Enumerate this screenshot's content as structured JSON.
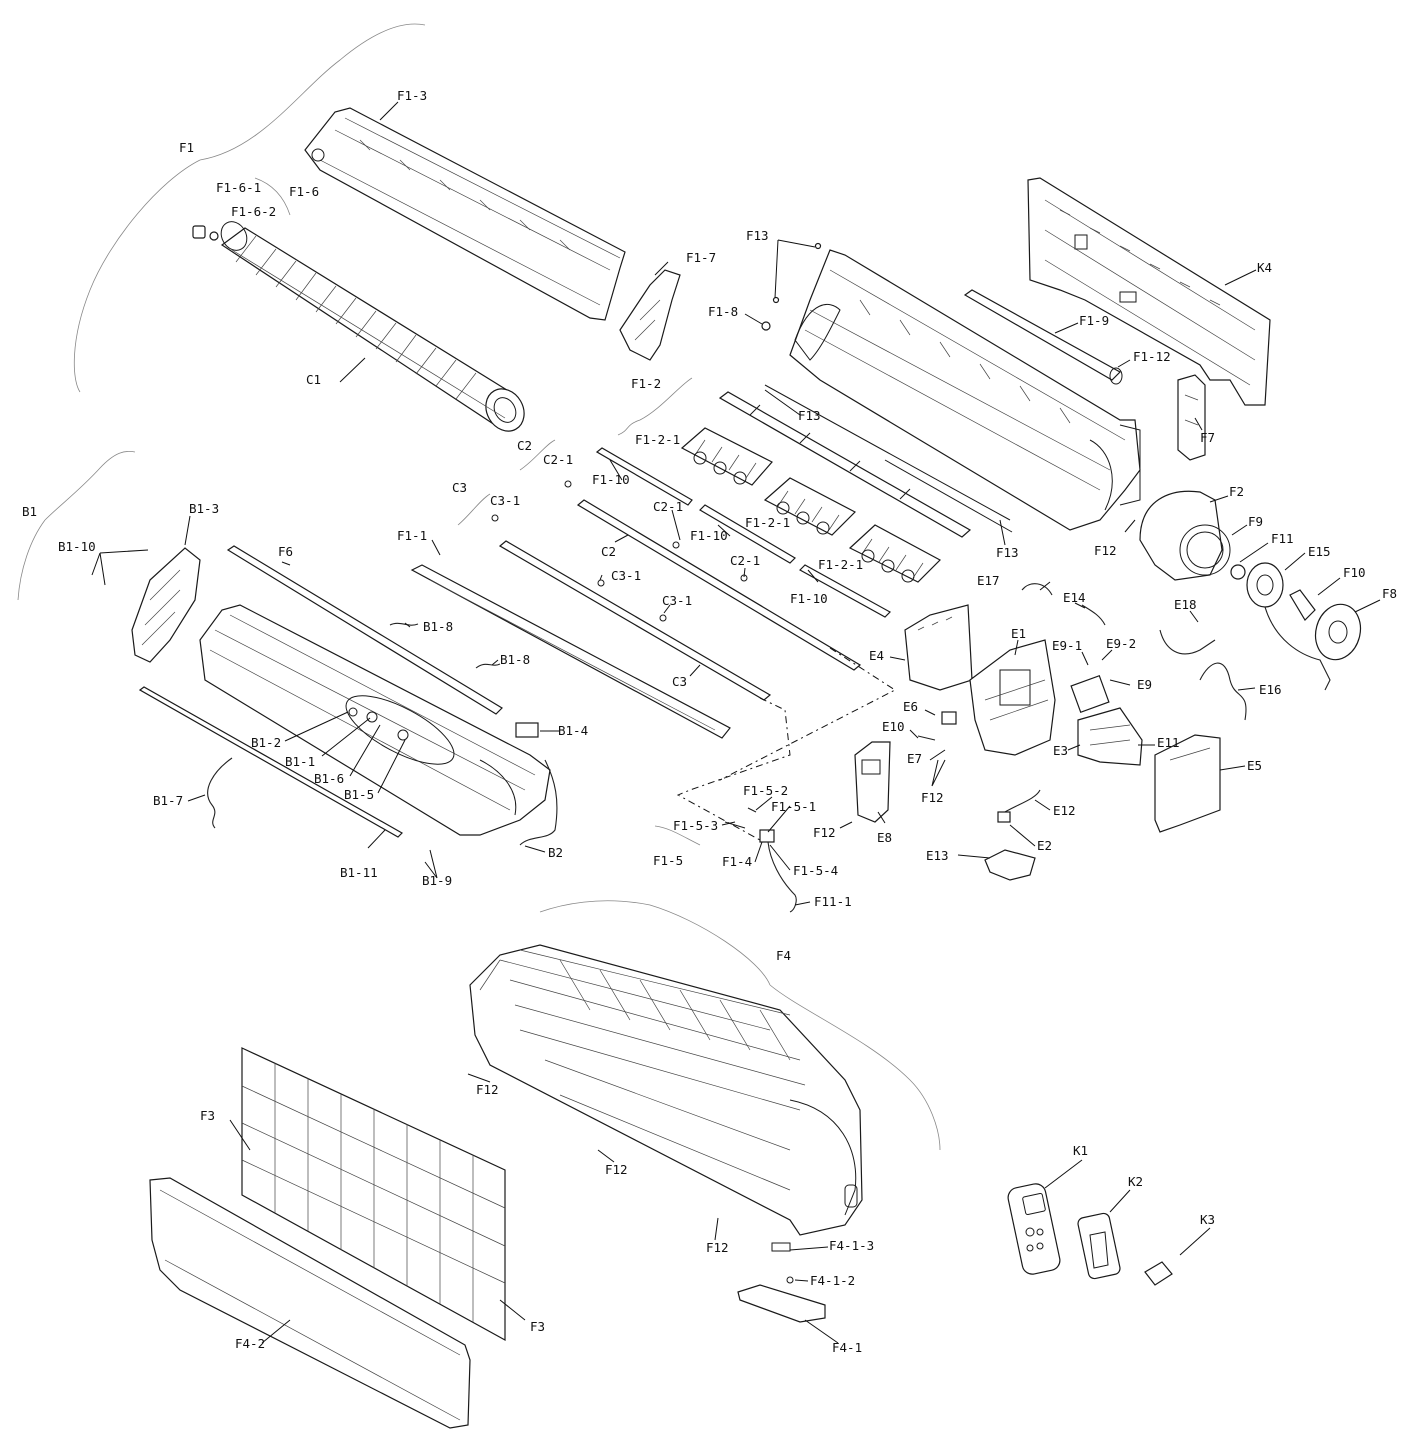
{
  "labels": {
    "F1": "F1",
    "F1_3": "F1-3",
    "F1_6_1": "F1-6-1",
    "F1_6": "F1-6",
    "F1_6_2": "F1-6-2",
    "C1": "C1",
    "F1_7": "F1-7",
    "F1_8": "F1-8",
    "F13_a": "F13",
    "F13_b": "F13",
    "F13_c": "F13",
    "K4": "K4",
    "F1_9": "F1-9",
    "F1_12": "F1-12",
    "F7": "F7",
    "F1_2": "F1-2",
    "F1_2_1_a": "F1-2-1",
    "F1_2_1_b": "F1-2-1",
    "F1_2_1_c": "F1-2-1",
    "C2": "C2",
    "C2_1_a": "C2-1",
    "C2_1_b": "C2-1",
    "C2_1_c": "C2-1",
    "C2_bar": "C2",
    "F1_10_a": "F1-10",
    "F1_10_b": "F1-10",
    "F1_10_c": "F1-10",
    "C3": "C3",
    "C3_1_a": "C3-1",
    "C3_1_b": "C3-1",
    "C3_1_c": "C3-1",
    "C3_bar": "C3",
    "F2": "F2",
    "F9": "F9",
    "F11": "F11",
    "E15": "E15",
    "F10": "F10",
    "F8": "F8",
    "F12_a": "F12",
    "F12_b": "F12",
    "F12_c": "F12",
    "F12_d": "F12",
    "F12_e": "F12",
    "F12_f": "F12",
    "B1": "B1",
    "B1_3": "B1-3",
    "B1_10": "B1-10",
    "F6": "F6",
    "F1_1": "F1-1",
    "B1_8_a": "B1-8",
    "B1_8_b": "B1-8",
    "B1_4": "B1-4",
    "B1_2": "B1-2",
    "B1_1": "B1-1",
    "B1_6": "B1-6",
    "B1_5": "B1-5",
    "B1_7": "B1-7",
    "B1_11": "B1-11",
    "B1_9": "B1-9",
    "B2": "B2",
    "E17": "E17",
    "E14": "E14",
    "E18": "E18",
    "E1": "E1",
    "E4": "E4",
    "E9_1": "E9-1",
    "E9_2": "E9-2",
    "E9": "E9",
    "E16": "E16",
    "E6": "E6",
    "E10": "E10",
    "E11": "E11",
    "E3": "E3",
    "E7": "E7",
    "E5": "E5",
    "E12": "E12",
    "E2": "E2",
    "E8": "E8",
    "E13": "E13",
    "F1_5_2": "F1-5-2",
    "F1_5_1": "F1-5-1",
    "F1_5_3": "F1-5-3",
    "F1_5": "F1-5",
    "F1_4": "F1-4",
    "F1_5_4": "F1-5-4",
    "F11_1": "F11-1",
    "F4": "F4",
    "F3_a": "F3",
    "F3_b": "F3",
    "F4_1_3": "F4-1-3",
    "F4_1_2": "F4-1-2",
    "F4_1": "F4-1",
    "F4_2": "F4-2",
    "K1": "K1",
    "K2": "K2",
    "K3": "K3"
  },
  "colors": {
    "line": "#1a1a1a",
    "brace": "#888888",
    "background": "#ffffff"
  }
}
